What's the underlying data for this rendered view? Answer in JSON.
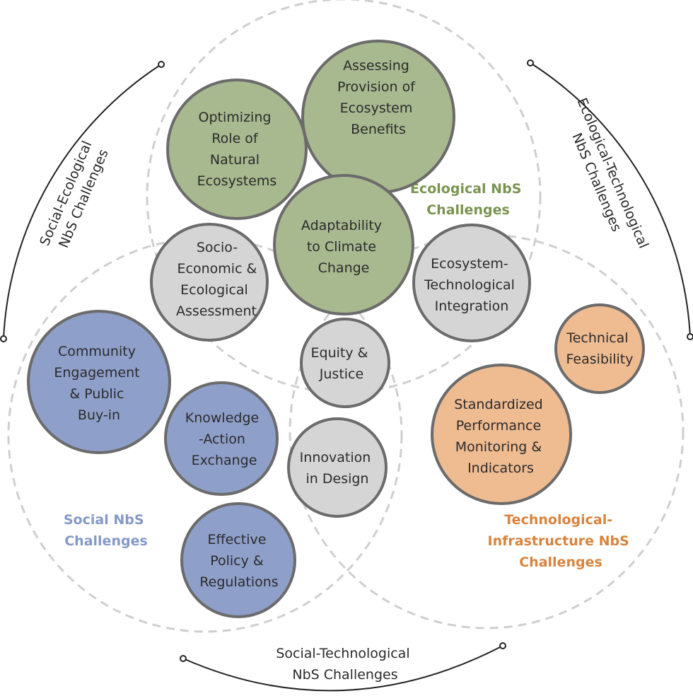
{
  "colors": {
    "ecological": "#a8b88f",
    "social": "#8e9fc9",
    "technological": "#efbb91",
    "overlap": "#d5d5d5",
    "stroke": "#6b6b6b",
    "dashed": "#cfcfcf",
    "eco_label": "#7a9450",
    "soc_label": "#8499c8",
    "tech_label": "#d8843e",
    "arc": "#222222"
  },
  "regions": {
    "ecological": {
      "lines": [
        "Ecological NbS",
        "Challenges"
      ]
    },
    "social": {
      "lines": [
        "Social NbS",
        "Challenges"
      ]
    },
    "technological": {
      "lines": [
        "Technological-",
        "Infrastructure NbS",
        "Challenges"
      ]
    }
  },
  "nodes": [
    {
      "id": "assessing-provision",
      "category": "ecological",
      "lines": [
        "Assessing",
        "Provision of",
        "Ecosystem",
        "Benefits"
      ]
    },
    {
      "id": "optimizing-role",
      "category": "ecological",
      "lines": [
        "Optimizing",
        "Role of",
        "Natural",
        "Ecosystems"
      ]
    },
    {
      "id": "adaptability-climate",
      "category": "ecological",
      "lines": [
        "Adaptability",
        "to Climate",
        "Change"
      ]
    },
    {
      "id": "socio-economic",
      "category": "overlap",
      "lines": [
        "Socio-",
        "Economic &",
        "Ecological",
        "Assessment"
      ]
    },
    {
      "id": "ecosystem-technological",
      "category": "overlap",
      "lines": [
        "Ecosystem-",
        "Technological",
        "Integration"
      ]
    },
    {
      "id": "equity-justice",
      "category": "overlap",
      "lines": [
        "Equity &",
        "Justice"
      ]
    },
    {
      "id": "innovation-design",
      "category": "overlap",
      "lines": [
        "Innovation",
        "in Design"
      ]
    },
    {
      "id": "community-engagement",
      "category": "social",
      "lines": [
        "Community",
        "Engagement",
        "& Public",
        "Buy-in"
      ]
    },
    {
      "id": "knowledge-action",
      "category": "social",
      "lines": [
        "Knowledge",
        "-Action",
        "Exchange"
      ]
    },
    {
      "id": "effective-policy",
      "category": "social",
      "lines": [
        "Effective",
        "Policy &",
        "Regulations"
      ]
    },
    {
      "id": "technical-feasibility",
      "category": "technological",
      "lines": [
        "Technical",
        "Feasibility"
      ]
    },
    {
      "id": "standardized-performance",
      "category": "technological",
      "lines": [
        "Standardized",
        "Performance",
        "Monitoring &",
        "Indicators"
      ]
    }
  ],
  "arcs": {
    "social_ecological": [
      "Social-Ecological",
      "NbS Challenges"
    ],
    "ecological_technological": [
      "Ecological-Technological",
      "NbS Challenges"
    ],
    "social_technological": [
      "Social-Technological",
      "NbS Challenges"
    ]
  }
}
